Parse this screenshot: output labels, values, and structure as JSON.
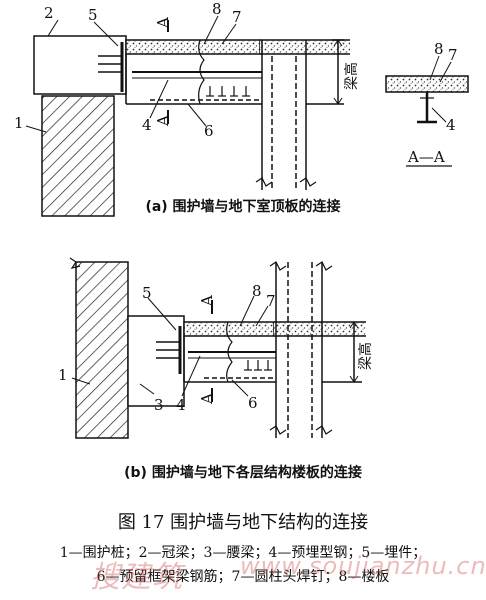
{
  "labels_a": {
    "n1": "1",
    "n2": "2",
    "n4": "4",
    "n5": "5",
    "n6": "6",
    "n7": "7",
    "n8": "8",
    "section": "A",
    "beam_height": "梁高"
  },
  "labels_b": {
    "n1": "1",
    "n3": "3",
    "n4": "4",
    "n5": "5",
    "n6": "6",
    "n7": "7",
    "n8": "8",
    "section": "A",
    "beam_height": "梁高"
  },
  "section_view": {
    "n4": "4",
    "n7": "7",
    "n8": "8",
    "title": "A—A"
  },
  "caption_a": "(a) 围护墙与地下室顶板的连接",
  "caption_b": "(b) 围护墙与地下各层结构楼板的连接",
  "figure_title": "图 17   围护墙与地下结构的连接",
  "legend_line1": "1—围护桩；2—冠梁；3—腰梁；4—预埋型钢；5—埋件；",
  "legend_line2": "6—预留框架梁钢筋；7—圆柱头焊钉；8—楼板",
  "watermark_left": "搜建筑",
  "watermark_right": "www.soujianzhu.cn",
  "colors": {
    "line": "#111111",
    "hatch": "#222222",
    "watermark": "#cc4444"
  }
}
